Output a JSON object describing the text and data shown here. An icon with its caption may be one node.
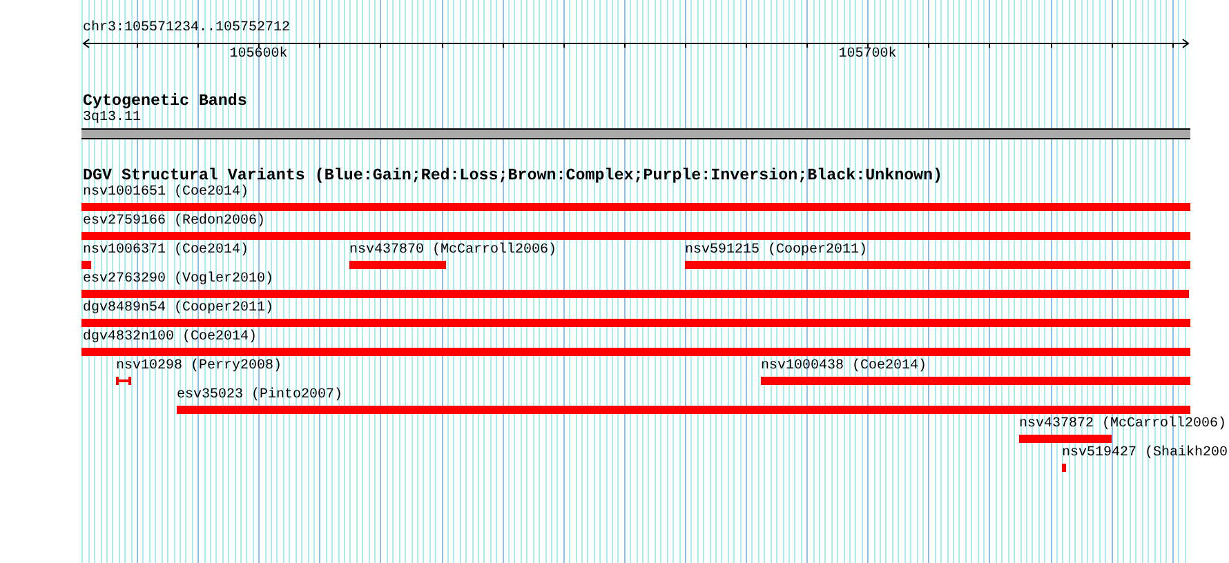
{
  "diagram": {
    "nodes": [
      {
        "text": [],
        "shape": "band",
        "beside": [
          "3q13.11"
        ]
      },
      {
        "text": [],
        "shape": "bar",
        "beside": [
          "nsv1001651 (Coe2014)"
        ]
      },
      {
        "text": [],
        "shape": "bar",
        "beside": [
          "esv2759166 (Redon2006)"
        ]
      },
      {
        "text": [],
        "shape": "bar",
        "beside": [
          "nsv1006371 (Coe2014)"
        ]
      },
      {
        "text": [],
        "shape": "bar",
        "beside": [
          "nsv437870 (McCarroll2006)"
        ]
      },
      {
        "text": [],
        "shape": "bar",
        "beside": [
          "nsv591215 (Cooper2011)"
        ]
      },
      {
        "text": [],
        "shape": "bar",
        "beside": [
          "esv2763290 (Vogler2010)"
        ]
      },
      {
        "text": [],
        "shape": "bar",
        "beside": [
          "dgv8489n54 (Cooper2011)"
        ]
      },
      {
        "text": [],
        "shape": "bar",
        "beside": [
          "dgv4832n100 (Coe2014)"
        ]
      },
      {
        "text": [],
        "shape": "line",
        "beside": [
          "nsv10298 (Perry2008)"
        ]
      },
      {
        "text": [],
        "shape": "bar",
        "beside": [
          "nsv1000438 (Coe2014)"
        ]
      },
      {
        "text": [],
        "shape": "bar",
        "beside": [
          "esv35023 (Pinto2007)"
        ]
      },
      {
        "text": [],
        "shape": "bar",
        "beside": [
          "nsv437872 (McCarroll2006)"
        ]
      },
      {
        "text": [],
        "shape": "bar",
        "beside": [
          "nsv519427 (Shaikh200"
        ]
      }
    ],
    "labels": [
      "chr3:105571234..105752712",
      "105600k",
      "105700k",
      "Cytogenetic Bands",
      "DGV Structural Variants (Blue:Gain;Red:Loss;Brown:Complex;Purple:Inversion;Black:Unknown)"
    ]
  }
}
